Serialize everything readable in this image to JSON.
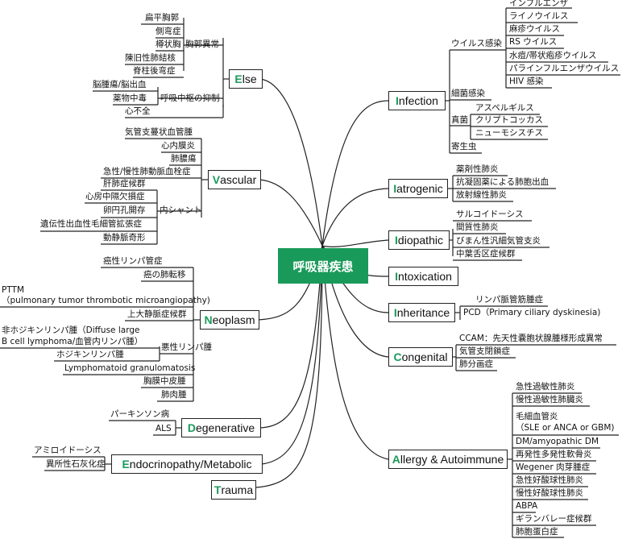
{
  "center": "呼吸器疾患",
  "categories": {
    "else": {
      "initial": "E",
      "rest": "lse"
    },
    "vascular": {
      "initial": "V",
      "rest": "ascular"
    },
    "neoplasm": {
      "initial": "N",
      "rest": "eoplasm"
    },
    "degenerative": {
      "initial": "D",
      "rest": "egenerative"
    },
    "endocrino": {
      "initial": "E",
      "rest": "ndocrinopathy/Metabolic"
    },
    "trauma": {
      "initial": "T",
      "rest": "rauma"
    },
    "infection": {
      "initial": "I",
      "rest": "nfection"
    },
    "iatrogenic": {
      "initial": "I",
      "rest": "atrogenic"
    },
    "idiopathic": {
      "initial": "I",
      "rest": "diopathic"
    },
    "intoxication": {
      "initial": "I",
      "rest": "ntoxication"
    },
    "inheritance": {
      "initial": "I",
      "rest": "nheritance"
    },
    "congenital": {
      "initial": "C",
      "rest": "ongenital"
    },
    "allergy": {
      "initial": "A",
      "rest": "llergy & Autoimmune"
    }
  },
  "else_items": {
    "thoracic_group": "胸郭異常",
    "thoracic": [
      "扁平胸郭",
      "側弯症",
      "樽状胸",
      "陳旧性肺結核",
      "脊柱後弯症"
    ],
    "resp_group": "呼吸中枢の抑制",
    "resp": [
      "脳腫瘍/脳出血",
      "薬物中毒"
    ],
    "other": "心不全"
  },
  "vascular_items": {
    "list": [
      "気管支蔓状血管腫",
      "心内膜炎",
      "肺膿瘍",
      "急性/慢性肺動脈血栓症",
      "肝肺症候群",
      "心房中隔欠損症",
      "卵円孔開存",
      "遺伝性出血性毛細管拡張症",
      "動静脈奇形"
    ],
    "shunt_group": "内シャント"
  },
  "neoplasm_items": {
    "list1": [
      "癌性リンパ管症",
      "癌の肺転移"
    ],
    "pttm1": "PTTM",
    "pttm2": "（pulmonary tumor thrombotic microangiopathy)",
    "svc": "上大静脈症候群",
    "nhl1": "非ホジキンリンパ腫（Diffuse large",
    "nhl2": "B cell lymphoma/血管内リンパ腫）",
    "hodgkin": "ホジキンリンパ腫",
    "lymph_group": "悪性リンパ腫",
    "list2": [
      "Lymphomatoid granulomatosis",
      "胸膜中皮腫",
      "肺肉腫"
    ]
  },
  "degenerative_items": [
    "パーキンソン病",
    "ALS"
  ],
  "endocrino_items": [
    "アミロイドーシス",
    "異所性石灰化症"
  ],
  "infection_items": {
    "virus_group": "ウイルス感染",
    "virus": [
      "インフルエンザ",
      "ライノウイルス",
      "麻疹ウイルス",
      "RS ウイルス",
      "水痘/帯状疱疹ウイルス",
      "パラインフルエンザウイルス",
      "HIV 感染"
    ],
    "bacteria": "細菌感染",
    "fungus_group": "真菌",
    "fungus": [
      "アスペルギルス",
      "クリプトコッカス",
      "ニューモシスチス"
    ],
    "parasite": "寄生虫"
  },
  "iatrogenic_items": [
    "薬剤性肺炎",
    "抗凝固薬による肺胞出血",
    "放射線性肺炎"
  ],
  "idiopathic_items": [
    "サルコイドーシス",
    "間質性肺炎",
    "びまん性汎細気管支炎",
    "中葉舌区症候群"
  ],
  "inheritance_items": [
    "リンパ脈管筋腫症",
    "PCD（Primary ciliary dyskinesia)"
  ],
  "congenital_items": [
    "CCAM：先天性嚢胞状腺腫様形成異常",
    "気管支閉鎖症",
    "肺分画症"
  ],
  "allergy_items": {
    "list1": [
      "急性過敏性肺炎",
      "慢性過敏性肺臓炎"
    ],
    "vasc1": "毛細血管炎",
    "vasc2": "（SLE or ANCA or GBM)",
    "list2": [
      "DM/amyopathic DM",
      "再発性多発性軟骨炎",
      "Wegener 肉芽腫症",
      "急性好酸球性肺炎",
      "慢性好酸球性肺炎",
      "ABPA",
      "ギランバレー症候群",
      "肺胞蛋白症"
    ]
  }
}
